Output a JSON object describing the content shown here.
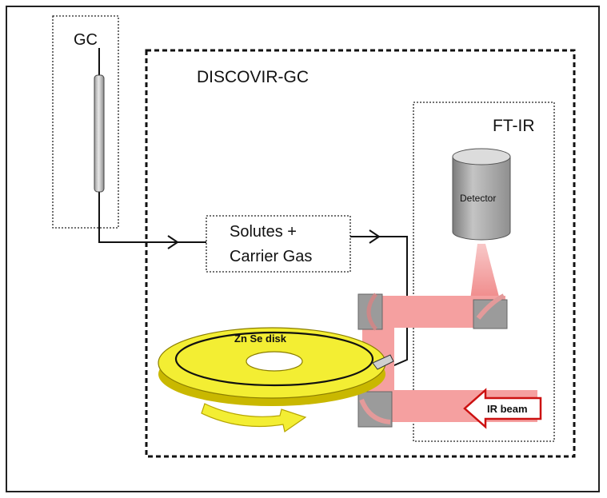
{
  "labels": {
    "gc": "GC",
    "discovir": "DISCOVIR-GC",
    "ftir": "FT-IR",
    "detector": "Detector",
    "solutes_line1": "Solutes +",
    "solutes_line2": "Carrier Gas",
    "disk": "Zn Se disk",
    "ir_beam": "IR beam"
  },
  "colors": {
    "disk_fill": "#f3ee33",
    "disk_dark": "#c9b800",
    "beam": "#f5a0a0",
    "beam_edge": "#d06060",
    "arrow_red": "#cc1111",
    "mirror_gray": "#9b9b9b",
    "detector_gray": "#a8a8a8"
  }
}
